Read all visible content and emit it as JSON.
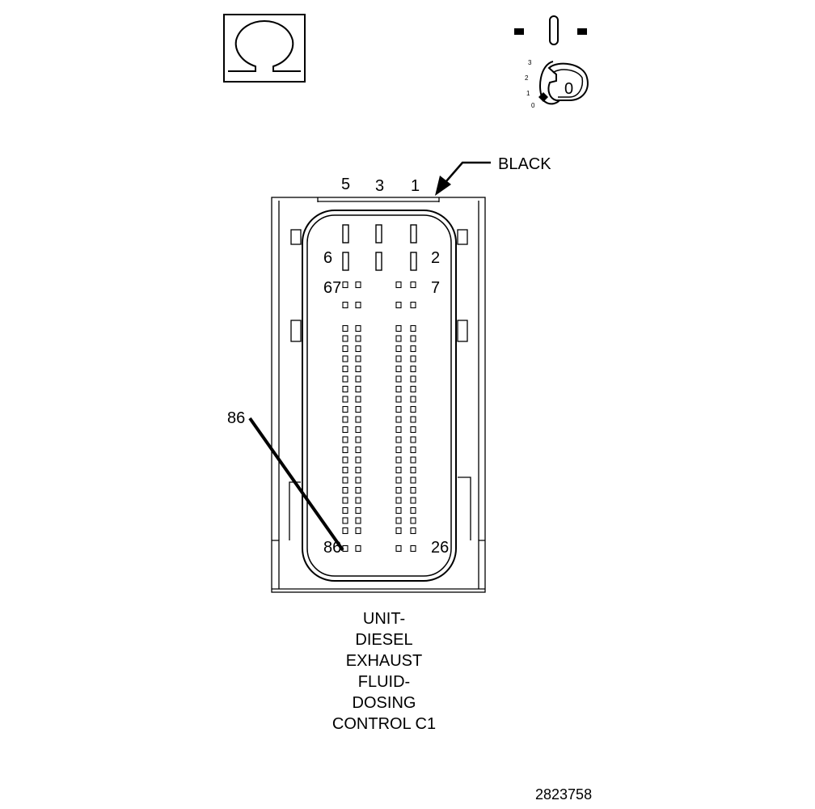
{
  "connector": {
    "color_label": "BLACK",
    "top_pin_numbers": [
      "5",
      "3",
      "1"
    ],
    "side_pins": {
      "left_row2": "6",
      "right_row2": "2",
      "left_row3": "67",
      "right_row3": "7",
      "left_bottom": "86",
      "right_bottom": "26",
      "leader_pin": "86"
    }
  },
  "icons": {
    "ohm_symbol": "ohm-meter-icon",
    "ignition": "ignition-switch-icon",
    "ignition_key_label": "0",
    "ignition_positions": [
      "3",
      "2",
      "1",
      "0"
    ]
  },
  "caption_lines": [
    "UNIT-",
    "DIESEL",
    "EXHAUST",
    "FLUID-",
    "DOSING",
    "CONTROL C1"
  ],
  "reference_number": "2823758"
}
